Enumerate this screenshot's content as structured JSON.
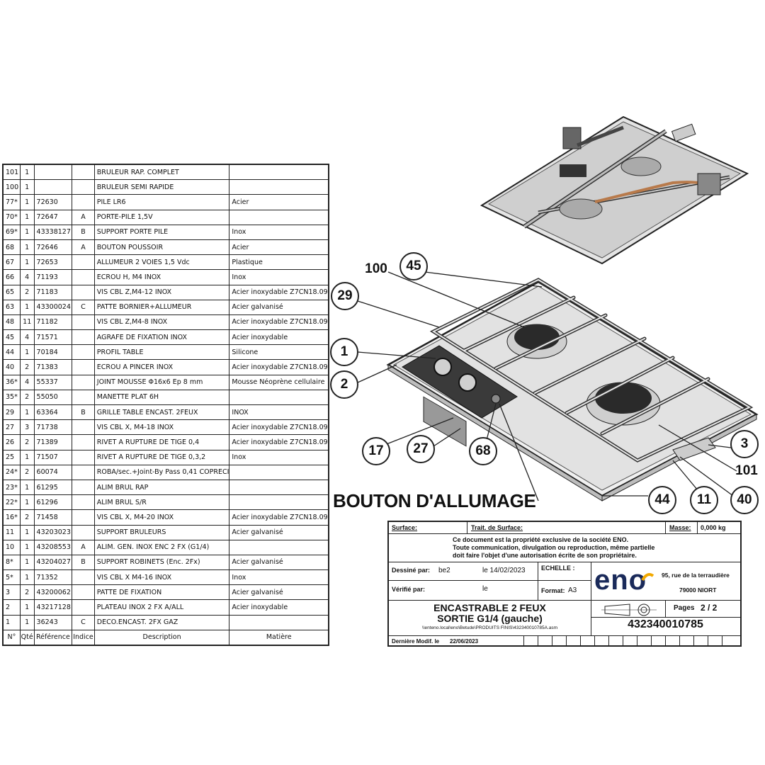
{
  "parts_table": {
    "headers": [
      "N°",
      "Qté",
      "Référence",
      "Indice",
      "Description",
      "Matière"
    ],
    "rows": [
      {
        "no": "101",
        "qty": "1",
        "ref": "",
        "ind": "",
        "desc": "BRULEUR RAP. COMPLET",
        "mat": ""
      },
      {
        "no": "100",
        "qty": "1",
        "ref": "",
        "ind": "",
        "desc": "BRULEUR SEMI RAPIDE",
        "mat": ""
      },
      {
        "no": "77*",
        "qty": "1",
        "ref": "72630",
        "ind": "",
        "desc": " PILE LR6",
        "mat": "Acier"
      },
      {
        "no": "70*",
        "qty": "1",
        "ref": "72647",
        "ind": "A",
        "desc": "PORTE-PILE 1,5V",
        "mat": ""
      },
      {
        "no": "69*",
        "qty": "1",
        "ref": "43338127",
        "ind": "B",
        "desc": "SUPPORT PORTE PILE",
        "mat": "Inox"
      },
      {
        "no": "68",
        "qty": "1",
        "ref": "72646",
        "ind": "A",
        "desc": "BOUTON POUSSOIR",
        "mat": "Acier"
      },
      {
        "no": "67",
        "qty": "1",
        "ref": "72653",
        "ind": "",
        "desc": "ALLUMEUR 2 VOIES 1,5 Vdc",
        "mat": "Plastique"
      },
      {
        "no": "66",
        "qty": "4",
        "ref": "71193",
        "ind": "",
        "desc": "ECROU H, M4 INOX",
        "mat": "Inox"
      },
      {
        "no": "65",
        "qty": "2",
        "ref": "71183",
        "ind": "",
        "desc": "VIS CBL Z,M4-12 INOX",
        "mat": "Acier inoxydable Z7CN18.09"
      },
      {
        "no": "63",
        "qty": "1",
        "ref": "43300024",
        "ind": "C",
        "desc": "PATTE BORNIER+ALLUMEUR",
        "mat": "Acier galvanisé"
      },
      {
        "no": "48",
        "qty": "11",
        "ref": "71182",
        "ind": "",
        "desc": "VIS CBL Z,M4-8 INOX",
        "mat": "Acier inoxydable Z7CN18.09"
      },
      {
        "no": "45",
        "qty": "4",
        "ref": "71571",
        "ind": "",
        "desc": "AGRAFE DE FIXATION INOX",
        "mat": "Acier inoxydable"
      },
      {
        "no": "44",
        "qty": "1",
        "ref": "70184",
        "ind": "",
        "desc": "PROFIL TABLE",
        "mat": "Silicone"
      },
      {
        "no": "40",
        "qty": "2",
        "ref": "71383",
        "ind": "",
        "desc": "ECROU A PINCER INOX",
        "mat": "Acier inoxydable Z7CN18.09"
      },
      {
        "no": "36*",
        "qty": "4",
        "ref": "55337",
        "ind": "",
        "desc": "JOINT MOUSSE Φ16x6 Ep 8 mm",
        "mat": "Mousse Néoprène cellulaire"
      },
      {
        "no": "35*",
        "qty": "2",
        "ref": "55050",
        "ind": "",
        "desc": "MANETTE PLAT 6H",
        "mat": ""
      },
      {
        "no": "29",
        "qty": "1",
        "ref": "63364",
        "ind": "B",
        "desc": "GRILLE TABLE ENCAST. 2FEUX",
        "mat": "INOX"
      },
      {
        "no": "27",
        "qty": "3",
        "ref": "71738",
        "ind": "",
        "desc": "VIS CBL X, M4-18 INOX",
        "mat": "Acier inoxydable Z7CN18.09"
      },
      {
        "no": "26",
        "qty": "2",
        "ref": "71389",
        "ind": "",
        "desc": "RIVET A RUPTURE DE TIGE 0,4",
        "mat": "Acier inoxydable Z7CN18.09"
      },
      {
        "no": "25",
        "qty": "1",
        "ref": "71507",
        "ind": "",
        "desc": "RIVET A RUPTURE DE TIGE 0,3,2",
        "mat": "Inox"
      },
      {
        "no": "24*",
        "qty": "2",
        "ref": "60074",
        "ind": "",
        "desc": "ROBA/sec.+Joint-By Pass 0,41 COPRECI",
        "mat": ""
      },
      {
        "no": "23*",
        "qty": "1",
        "ref": "61295",
        "ind": "",
        "desc": "ALIM BRUL RAP",
        "mat": ""
      },
      {
        "no": "22*",
        "qty": "1",
        "ref": "61296",
        "ind": "",
        "desc": "ALIM BRUL S/R",
        "mat": ""
      },
      {
        "no": "16*",
        "qty": "2",
        "ref": "71458",
        "ind": "",
        "desc": "VIS CBL X, M4-20 INOX",
        "mat": "Acier inoxydable Z7CN18.09"
      },
      {
        "no": "11",
        "qty": "1",
        "ref": "43203023",
        "ind": "",
        "desc": "SUPPORT BRULEURS",
        "mat": "Acier galvanisé"
      },
      {
        "no": "10",
        "qty": "1",
        "ref": "43208553",
        "ind": "A",
        "desc": "ALIM. GEN. INOX  ENC 2 FX (G1/4)",
        "mat": ""
      },
      {
        "no": "8*",
        "qty": "1",
        "ref": "43204027",
        "ind": "B",
        "desc": "SUPPORT ROBINETS (Enc. 2Fx)",
        "mat": "Acier galvanisé"
      },
      {
        "no": "5*",
        "qty": "1",
        "ref": "71352",
        "ind": "",
        "desc": "VIS CBL X M4-16 INOX",
        "mat": "Inox"
      },
      {
        "no": "3",
        "qty": "2",
        "ref": " 43200062",
        "ind": "",
        "desc": "PATTE DE FIXATION",
        "mat": " Acier galvanisé"
      },
      {
        "no": "2",
        "qty": "1",
        "ref": "43217128",
        "ind": "",
        "desc": "PLATEAU INOX 2 FX A/ALL",
        "mat": "Acier inoxydable"
      },
      {
        "no": "1",
        "qty": "1",
        "ref": "36243",
        "ind": "C",
        "desc": "DECO.ENCAST. 2FX GAZ",
        "mat": ""
      }
    ]
  },
  "callouts": {
    "c100": "100",
    "c45": "45",
    "c29": "29",
    "c1": "1",
    "c2": "2",
    "c17": "17",
    "c27": "27",
    "c68": "68",
    "c3": "3",
    "c101": "101",
    "c44": "44",
    "c11": "11",
    "c40": "40"
  },
  "annotation": "BOUTON D'ALLUMAGE",
  "title_block": {
    "surface_label": "Surface:",
    "trait_label": "Trait. de Surface:",
    "masse_label": "Masse:",
    "masse_value": "0,000 kg",
    "notice_1": "Ce document est la propriété exclusive de la société ENO.",
    "notice_2": "Toute communication, divulgation ou reproduction, même partielle",
    "notice_3": "doit faire l'objet d'une autorisation écrite de son propriétaire.",
    "dessine_label": "Dessiné par:",
    "dessine_value": "be2",
    "dessine_date": "le 14/02/2023",
    "verifie_label": "Vérifié par:",
    "verifie_date": "le",
    "echelle_label": "ECHELLE :",
    "format_label": "Format:",
    "format_value": "A3",
    "logo": "eno",
    "address_1": "95, rue de la terraudière",
    "address_2": "79000 NIORT",
    "title_1": "ENCASTRABLE 2 FEUX",
    "title_2": "SORTIE G1/4 (gauche)",
    "file_path": "\\\\enteno.local\\eno\\Betude\\PRODUITS FINIS\\432340010785A.asm",
    "pages_label": "Pages",
    "pages_value": "2 / 2",
    "part_number": "432340010785",
    "modif_label": "Dernière Modif. le",
    "modif_value": "22/06/2023"
  },
  "colors": {
    "line": "#222222",
    "steel": "#d9d9d9",
    "steel_dark": "#9a9a9a",
    "burner": "#2a2a2a",
    "copper": "#b87a4b",
    "logo_accent": "#f2a900",
    "logo_blue": "#1a2a5a"
  }
}
